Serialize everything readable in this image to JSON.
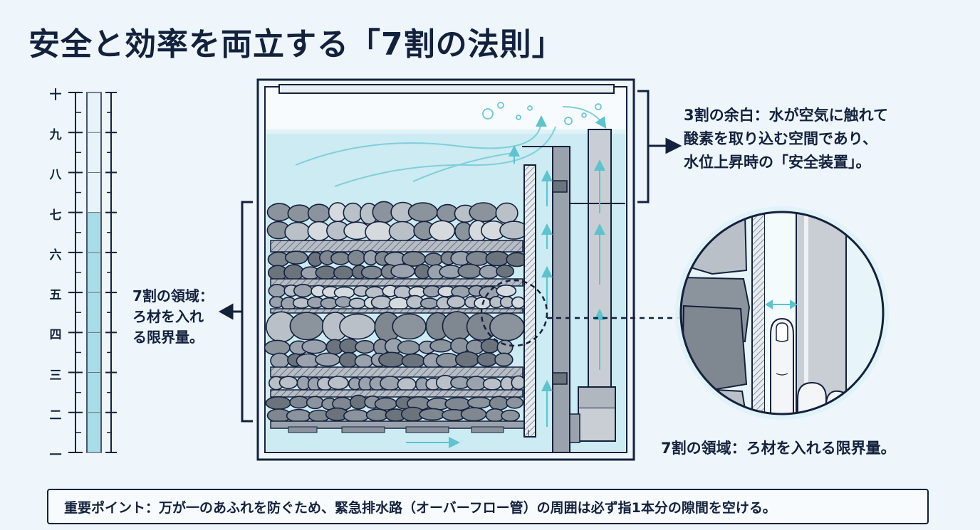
{
  "title": "安全と効率を両立する「7割の法則」",
  "ruler": {
    "labels": [
      "十",
      "九",
      "八",
      "七",
      "六",
      "五",
      "四",
      "三",
      "二",
      "一"
    ],
    "filled_fraction": 0.7
  },
  "callouts": {
    "top_lines": [
      "3割の余白：水が空気に触れて",
      "酸素を取り込む空間であり、",
      "水位上昇時の「安全装置」。"
    ],
    "left_lines": [
      "7割の領域：",
      "ろ材を入れ",
      "る限界量。"
    ],
    "zoom_label": "7割の領域：ろ材を入れる限界量。"
  },
  "note": "重要ポイント：万が一のあふれを防ぐため、緊急排水路（オーバーフロー管）の周囲は必ず指1本分の隙間を空ける。",
  "colors": {
    "navy": "#14213d",
    "water": "#bfe6ef",
    "water_light": "#dff2f7",
    "arrow": "#5cc3cf",
    "rock_dark": "#7f8791",
    "rock_light": "#b9c0c8",
    "pipe": "#c9ced4"
  },
  "icons": [
    "bubble-icon",
    "flow-arrow-icon",
    "finger-icon",
    "measure-arrow-icon"
  ]
}
